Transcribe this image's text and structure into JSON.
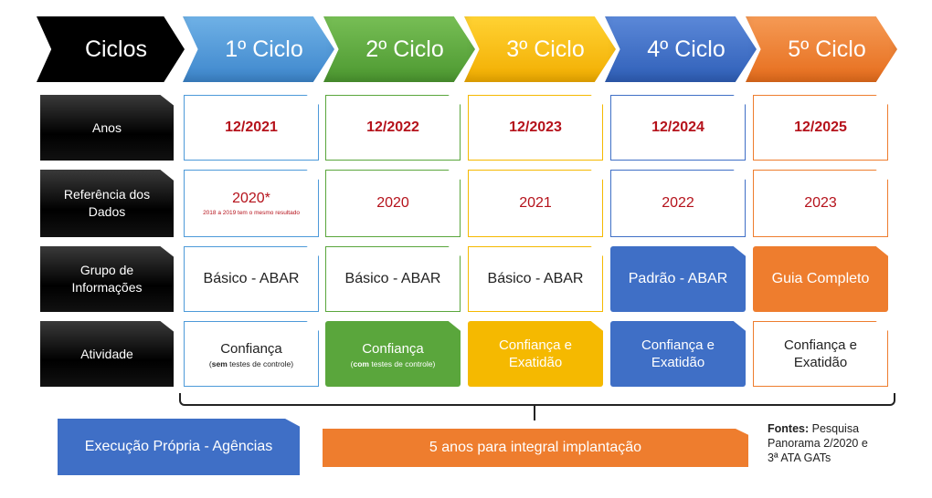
{
  "header": {
    "ciclos_label": "Ciclos",
    "cycles": [
      "1º Ciclo",
      "2º Ciclo",
      "3º Ciclo",
      "4º Ciclo",
      "5º Ciclo"
    ]
  },
  "colors": {
    "black": "#000000",
    "blue": "#3f6fc6",
    "light_blue": "#4d9ad9",
    "green": "#5aa63c",
    "yellow": "#f5b900",
    "orange": "#ee7d2e",
    "red_text": "#b5121b"
  },
  "rows": {
    "anos": {
      "label": "Anos",
      "values": [
        "12/2021",
        "12/2022",
        "12/2023",
        "12/2024",
        "12/2025"
      ]
    },
    "referencia": {
      "label_line1": "Referência dos",
      "label_line2": "Dados",
      "values": [
        "2020*",
        "2020",
        "2021",
        "2022",
        "2023"
      ],
      "note": "2018 a 2019 tem o mesmo resultado"
    },
    "grupo": {
      "label_line1": "Grupo de",
      "label_line2": "Informações",
      "values": [
        "Básico - ABAR",
        "Básico - ABAR",
        "Básico - ABAR",
        "Padrão - ABAR",
        "Guia Completo"
      ]
    },
    "atividade": {
      "label": "Atividade",
      "c1_line1": "Confiança",
      "c1_sub_bold": "sem",
      "c1_sub_rest": " testes de controle",
      "c2_line1": "Confiança",
      "c2_sub_bold": "com",
      "c2_sub_rest": " testes de controle",
      "c3_line1": "Confiança e",
      "c3_line2": "Exatidão",
      "c4_line1": "Confiança e",
      "c4_line2": "Exatidão",
      "c5_line1": "Confiança e",
      "c5_line2": "Exatidão"
    }
  },
  "footer": {
    "execucao": "Execução Própria - Agências",
    "implantacao": "5 anos para integral implantação",
    "fontes_bold": "Fontes:",
    "fontes_line1": " Pesquisa",
    "fontes_line2": "Panorama 2/2020 e",
    "fontes_line3": "3ª ATA GATs"
  }
}
